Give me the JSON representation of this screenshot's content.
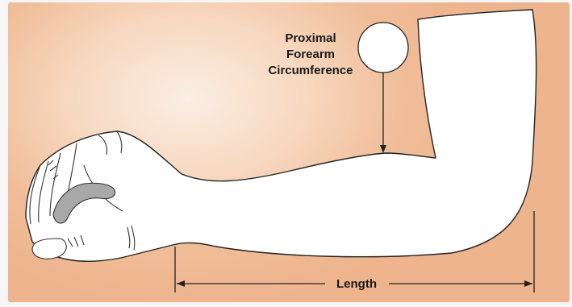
{
  "labels": {
    "circumference_line1": "Proximal",
    "circumference_line2": "Forearm",
    "circumference_line3": "Circumference",
    "length": "Length"
  },
  "colors": {
    "background_light": "#fbeee4",
    "background_dark": "#eeb48d",
    "limb_fill": "#ffffff",
    "outline": "#222222",
    "thumb_shadow": "#a8a8a8"
  }
}
